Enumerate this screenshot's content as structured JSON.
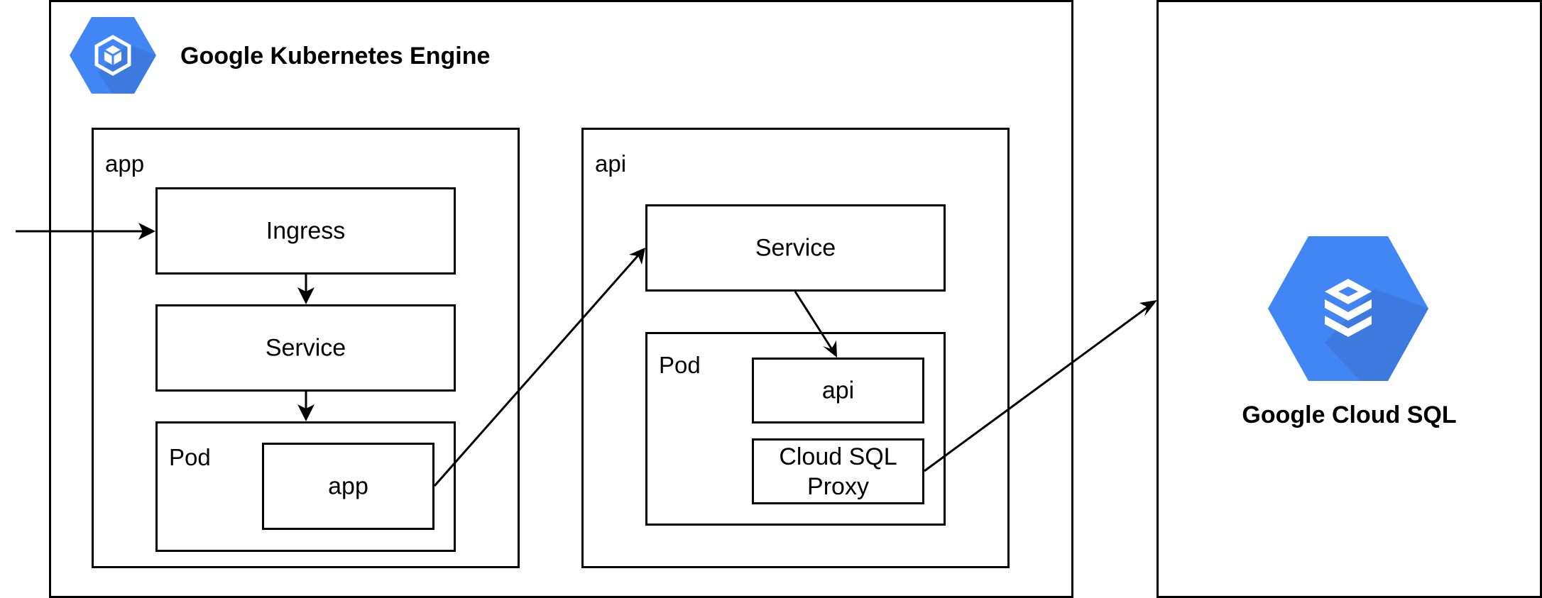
{
  "gke": {
    "title": "Google Kubernetes Engine",
    "icon": "kubernetes-engine-hexagon-icon",
    "app_namespace": {
      "label": "app",
      "ingress": "Ingress",
      "service": "Service",
      "pod": {
        "label": "Pod",
        "container": "app"
      }
    },
    "api_namespace": {
      "label": "api",
      "service": "Service",
      "pod": {
        "label": "Pod",
        "container": "api",
        "proxy": "Cloud SQL\nProxy"
      }
    }
  },
  "cloudsql": {
    "title": "Google Cloud SQL",
    "icon": "cloud-sql-hexagon-icon"
  },
  "colors": {
    "icon_blue": "#4285F4",
    "icon_shadow": "#3A75D6",
    "stroke": "#000000"
  }
}
